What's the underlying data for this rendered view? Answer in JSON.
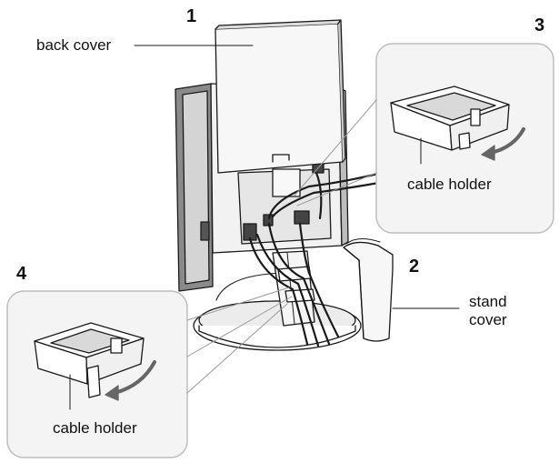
{
  "steps": [
    "1",
    "2",
    "3",
    "4"
  ],
  "labels": {
    "back_cover": "back cover",
    "cable_holder_top": "cable holder",
    "cable_holder_bottom": "cable holder",
    "stand_cover_line1": "stand",
    "stand_cover_line2": "cover"
  },
  "colors": {
    "line": "#1a1a1a",
    "panel_fill": "#f4f4f4",
    "part_fill": "#ffffff",
    "shade": "#d9d9d9",
    "dark_shade": "#8a8a8a",
    "callout_border": "#bdbdbd"
  }
}
